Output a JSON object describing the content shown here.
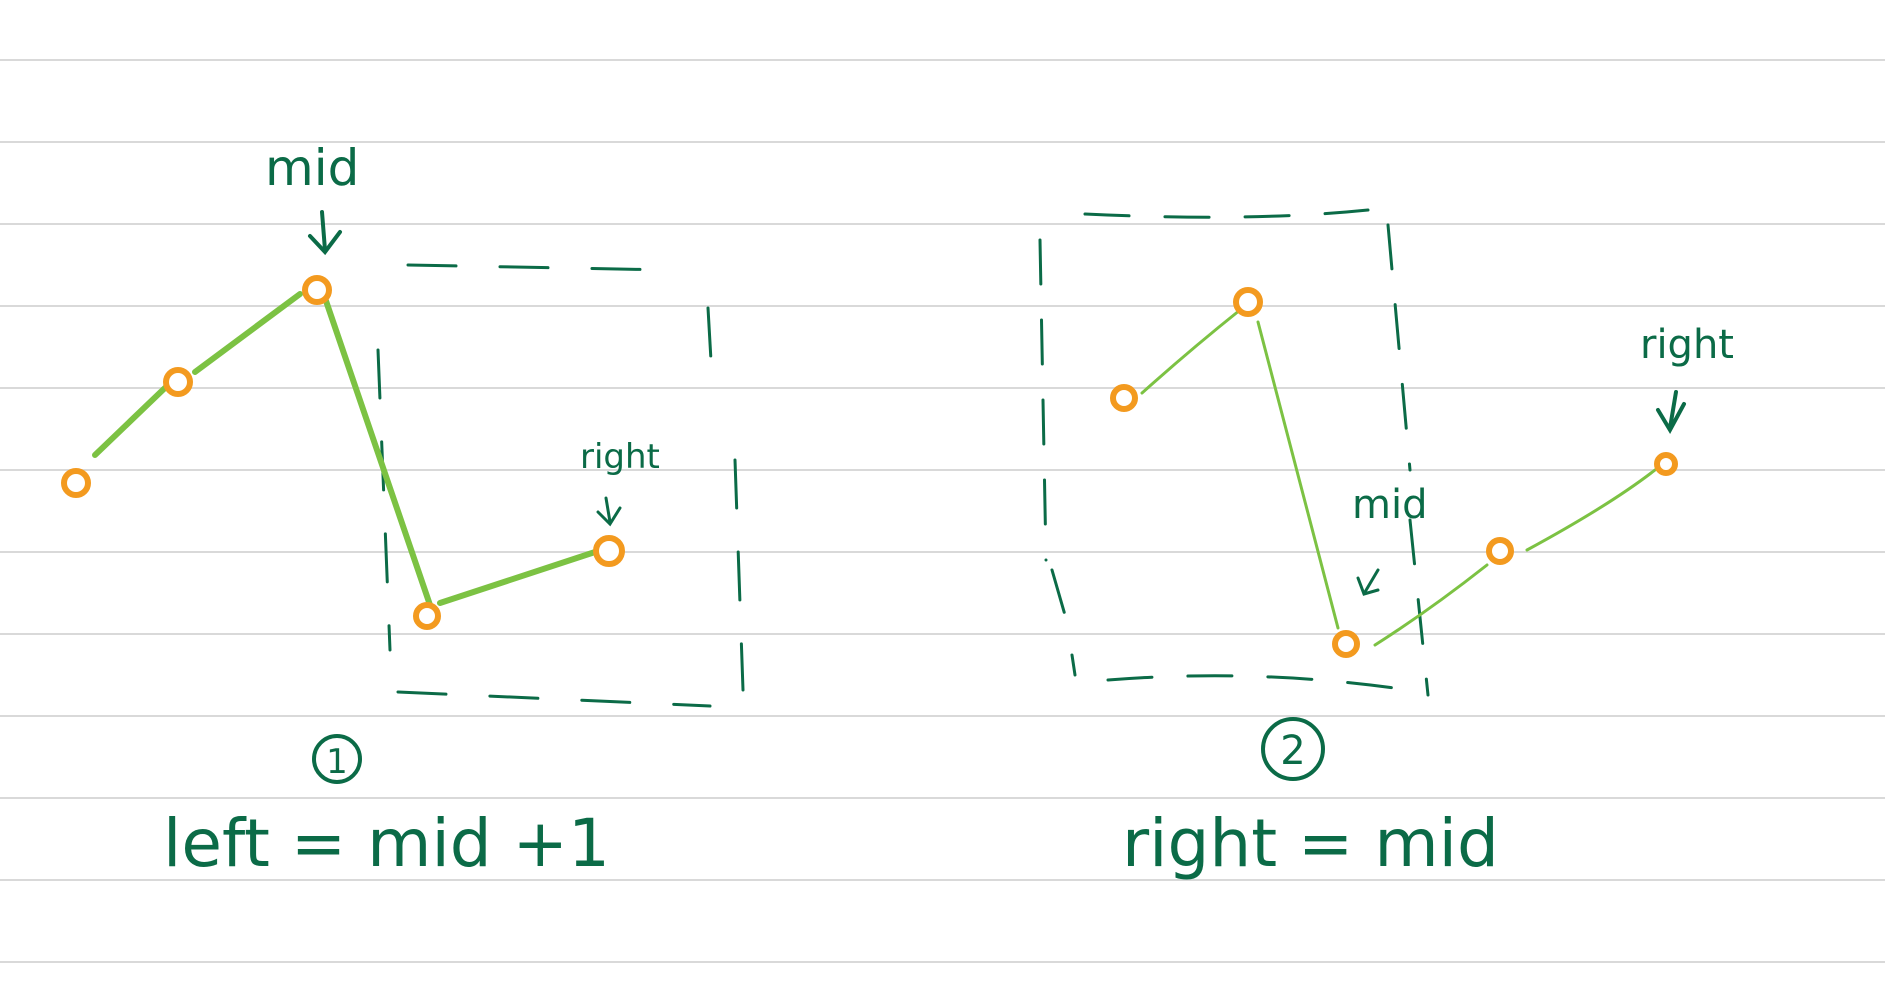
{
  "colors": {
    "ink": "#0b6b47",
    "line": "#7cc243",
    "node": "#f39a1f",
    "rule": "#d9d9d9"
  },
  "labels": {
    "mid_1": "mid",
    "right_1": "right",
    "mid_2": "mid",
    "right_2": "right",
    "step_1": "1",
    "step_2": "2"
  },
  "captions": {
    "case_1": "left = mid +1",
    "case_2": "right = mid"
  }
}
